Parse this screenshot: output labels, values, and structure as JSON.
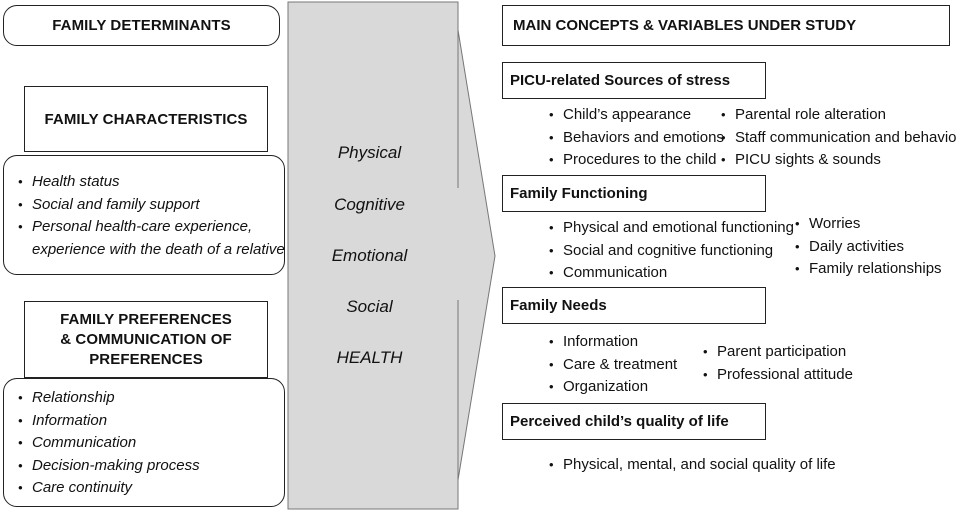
{
  "family_determinants": {
    "title": "FAMILY DETERMINANTS"
  },
  "family_characteristics": {
    "title": "FAMILY CHARACTERISTICS",
    "items": [
      "Health status",
      "Social and family support",
      "Personal health-care experience,",
      "experience with the death of a relative"
    ]
  },
  "family_preferences": {
    "title_lines": [
      "FAMILY PREFERENCES",
      "& COMMUNICATION OF",
      "PREFERENCES"
    ],
    "items": [
      "Relationship",
      "Information",
      "Communication",
      "Decision-making process",
      "Care continuity"
    ]
  },
  "health_dimensions": [
    "Physical",
    "Cognitive",
    "Emotional",
    "Social",
    "HEALTH"
  ],
  "main_concepts": {
    "title": "MAIN CONCEPTS & VARIABLES UNDER STUDY"
  },
  "picu_stress": {
    "title": "PICU-related Sources of stress",
    "col1": [
      "Child’s appearance",
      "Behaviors and emotions",
      "Procedures to the child"
    ],
    "col2": [
      "Parental role alteration",
      "Staff communication and behaviors",
      "PICU sights & sounds"
    ]
  },
  "family_functioning": {
    "title": "Family Functioning",
    "col1": [
      "Physical and emotional functioning",
      "Social and cognitive functioning",
      "Communication"
    ],
    "col2": [
      "Worries",
      "Daily activities",
      "Family relationships"
    ]
  },
  "family_needs": {
    "title": "Family Needs",
    "col1": [
      "Information",
      "Care & treatment",
      "Organization"
    ],
    "col2": [
      "Parent participation",
      "Professional attitude"
    ]
  },
  "quality_of_life": {
    "title": "Perceived child’s quality of life",
    "items": [
      "Physical, mental, and social quality of life"
    ]
  },
  "colors": {
    "arrow_fill": "#d9d9d9",
    "border": "#222222"
  }
}
